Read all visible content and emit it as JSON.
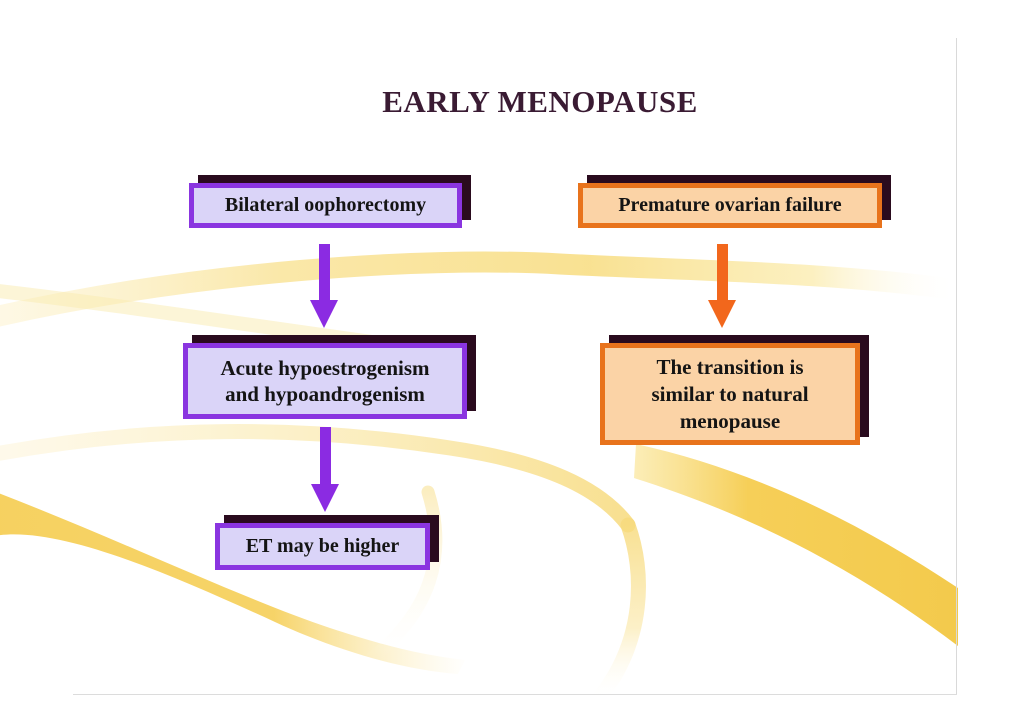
{
  "slide": {
    "title": "EARLY MENOPAUSE"
  },
  "flowchart": {
    "left_branch": {
      "step1": "Bilateral oophorectomy",
      "step2_lines": [
        "Acute hypoestrogenism",
        "and hypoandrogenism"
      ],
      "step3": "ET may be higher"
    },
    "right_branch": {
      "step1": "Premature ovarian failure",
      "step2_lines": [
        "The transition is",
        "similar to natural",
        "menopause"
      ]
    }
  },
  "colors": {
    "title_text": "#3A1B33",
    "box_text": "#141414",
    "purple_box_border": "#8A35E0",
    "purple_box_fill": "#DAD4F8",
    "orange_box_border": "#E8731C",
    "orange_box_fill": "#FBD3A6",
    "box_shadow": "#2A0B1E",
    "purple_arrow": "#8B2BE2",
    "orange_arrow": "#F2671C",
    "swoosh_gold": "#F6D05C",
    "swoosh_pale": "#FBEDB9",
    "slide_edge_line": "#D9D9D9"
  }
}
